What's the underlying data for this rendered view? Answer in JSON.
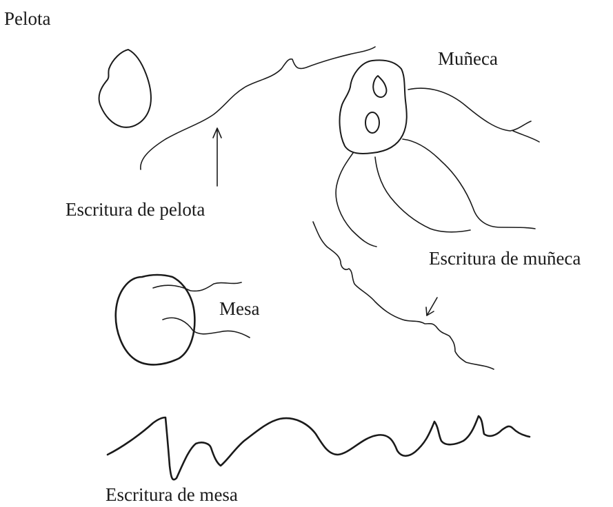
{
  "labels": {
    "pelota": "Pelota",
    "munieca": "Muñeca",
    "escritura_pelota": "Escritura de pelota",
    "escritura_munieca": "Escritura de muñeca",
    "mesa": "Mesa",
    "escritura_mesa": "Escritura de mesa"
  },
  "colors": {
    "ink": "#1a1a1a",
    "background": "#ffffff"
  }
}
